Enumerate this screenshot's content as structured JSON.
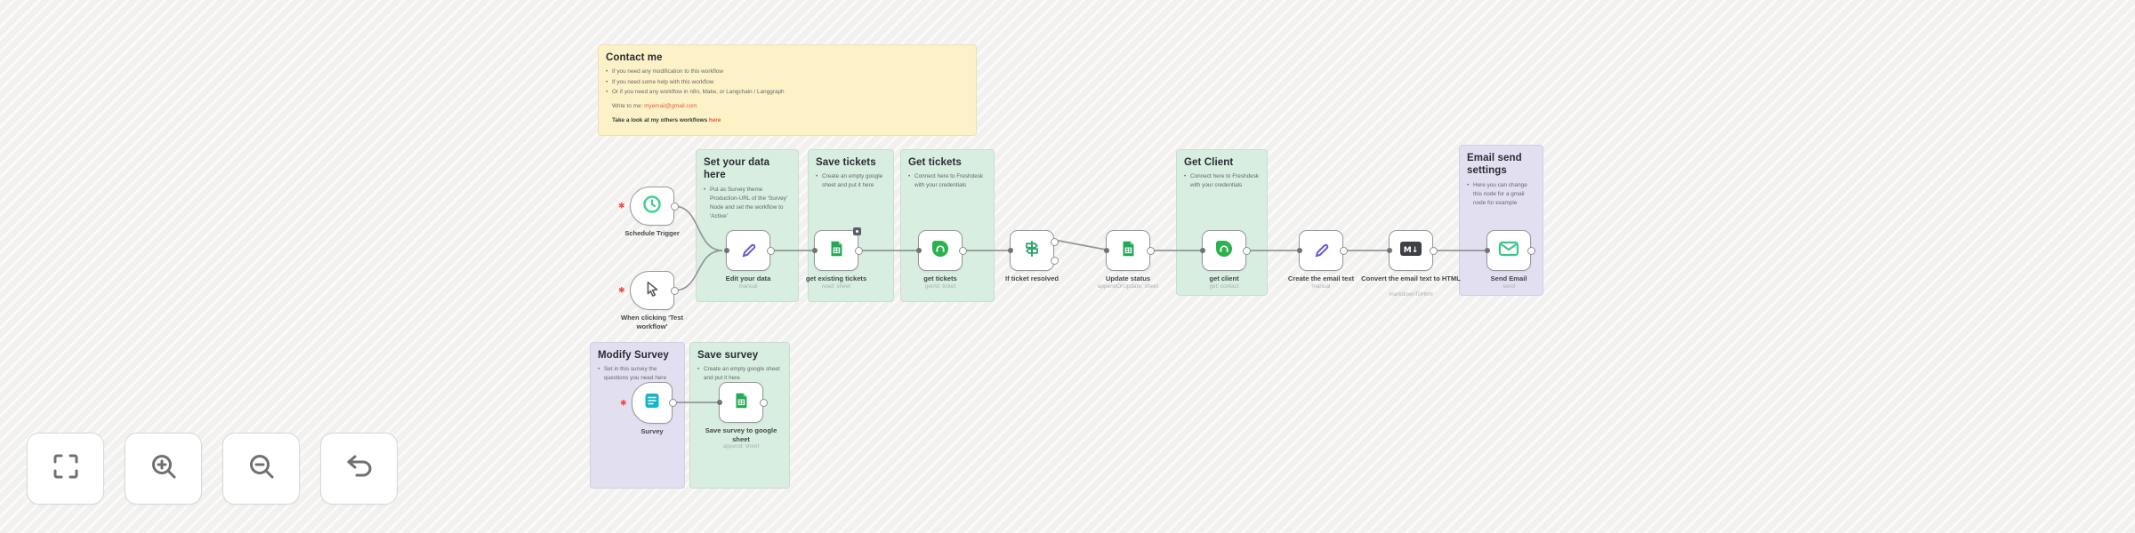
{
  "stickies": {
    "contact": {
      "title": "Contact me",
      "bullets": [
        "If you need any modification to this workflow",
        "If you need some help with this workflow",
        "Or if you need any workflow in n8n, Make, or Langchain / Langgraph"
      ],
      "write_label": "Write to me: ",
      "email": "myemail@gmail.com",
      "footer": "Take a look at my others workflows ",
      "footer_link": "here"
    },
    "set_data": {
      "title": "Set your data here",
      "body": "Put as Survey theme Production-URL of the 'Survey' Node and set the workflow to 'Active'"
    },
    "save_tickets": {
      "title": "Save tickets",
      "body": "Create an empty google sheet and put it here"
    },
    "get_tickets": {
      "title": "Get tickets",
      "body": "Connect here to Freshdesk with your credentials"
    },
    "get_client": {
      "title": "Get Client",
      "body": "Connect here to Freshdesk with your credentials"
    },
    "email_settings": {
      "title": "Email send settings",
      "body": "Here you can change this node for a gmail node for example"
    },
    "modify_survey": {
      "title": "Modify Survey",
      "body": "Set in this survey the questions you need here"
    },
    "save_survey": {
      "title": "Save survey",
      "body": "Create an empty google sheet and put it here"
    }
  },
  "nodes": {
    "schedule_trigger": {
      "label": "Schedule Trigger"
    },
    "click_trigger": {
      "label": "When clicking 'Test workflow'"
    },
    "edit_data": {
      "label": "Edit your data",
      "subtitle": "manual"
    },
    "get_existing": {
      "label": "get existing tickets",
      "subtitle": "read: sheet"
    },
    "get_tickets": {
      "label": "get tickets",
      "subtitle": "getAll: ticket"
    },
    "if_resolved": {
      "label": "If ticket resolved"
    },
    "update_status": {
      "label": "Update status",
      "subtitle": "appendOrUpdate: sheet"
    },
    "get_client": {
      "label": "get client",
      "subtitle": "get: contact"
    },
    "create_email": {
      "label": "Create the email text",
      "subtitle": "manual"
    },
    "convert_html": {
      "label": "Convert the email text to HTML",
      "subtitle": "markdownToHtml"
    },
    "send_email": {
      "label": "Send Email",
      "subtitle": "send"
    },
    "survey": {
      "label": "Survey"
    },
    "save_survey": {
      "label": "Save survey to google sheet",
      "subtitle": "append: sheet"
    }
  },
  "icons": {
    "issue_marker": "✱",
    "markdown_glyph": "M↓"
  },
  "colors": {
    "sticky_yellow": "#fdf2c7",
    "sticky_green": "#d7eee0",
    "sticky_purple": "#e2dff1",
    "link_red": "#f0553f",
    "node_green": "#23a857",
    "schedule_green": "#3ecf8e",
    "set_indigo": "#6559d2",
    "form_teal": "#12b5cb",
    "email_mint": "#37c98e",
    "marker_red": "#f0483c"
  }
}
